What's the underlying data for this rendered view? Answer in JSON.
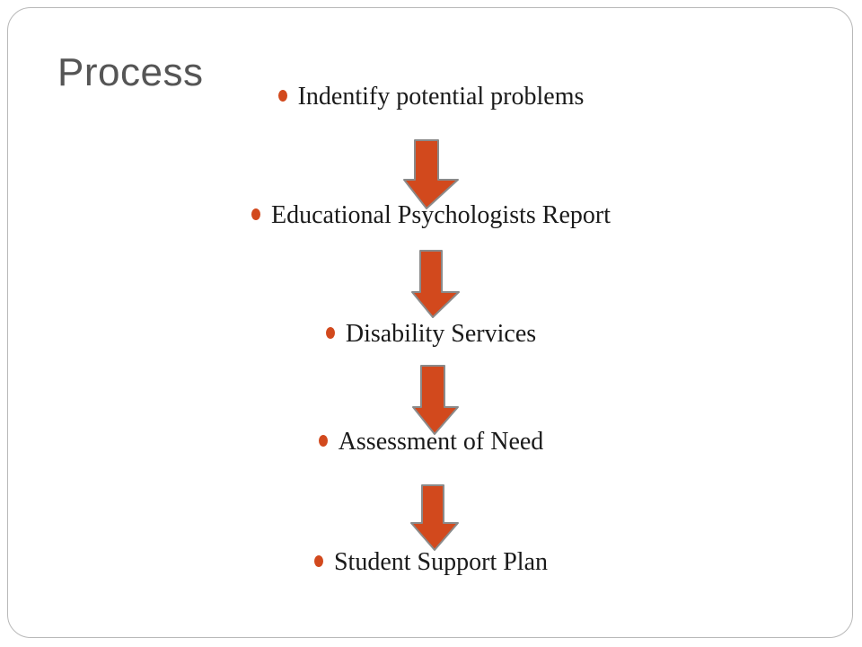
{
  "slide": {
    "title": "Process",
    "steps": [
      "Indentify potential problems",
      "Educational Psychologists Report",
      "Disability Services",
      "Assessment of Need",
      "Student Support Plan"
    ]
  },
  "colors": {
    "bullet": "#d2491d",
    "arrow_fill": "#d2491d",
    "arrow_stroke": "#8a8a8a"
  }
}
